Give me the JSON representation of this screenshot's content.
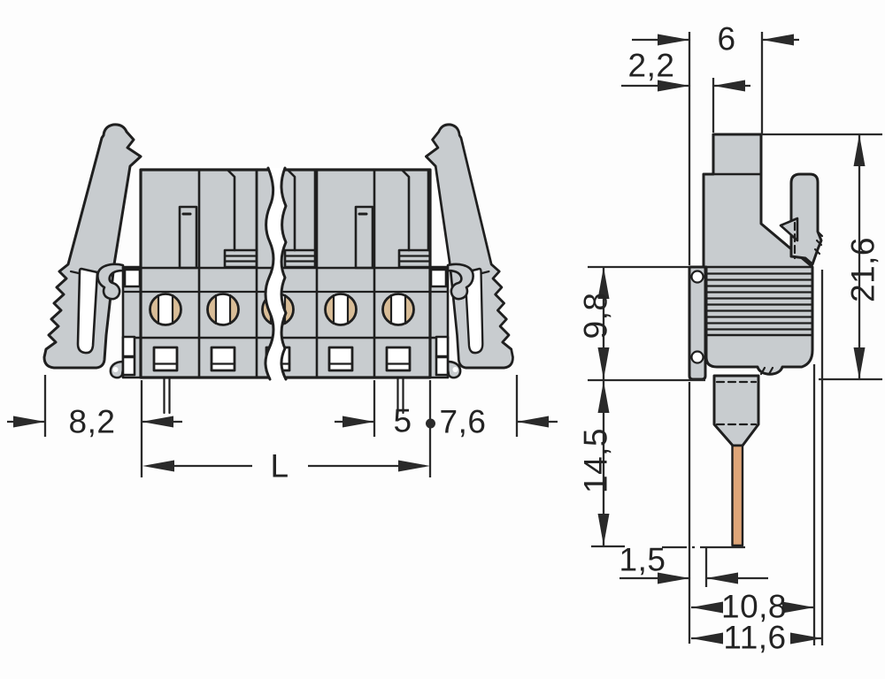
{
  "colors": {
    "background": "#fdfdfd",
    "body": "#c8cccf",
    "line": "#1f1f1f",
    "dimline": "#2a2a2a",
    "copper": "#dfa679",
    "contact": "#d9bd97"
  },
  "drawing": {
    "front_view": {
      "dims": {
        "d82": "8,2",
        "dL": "L",
        "d5": "5",
        "d76": "7,6"
      }
    },
    "side_view": {
      "dims": {
        "d22": "2,2",
        "d6": "6",
        "d216": "21,6",
        "d98": "9,8",
        "d145": "14,5",
        "d15": "1,5",
        "d108": "10,8",
        "d116": "11,6"
      }
    }
  }
}
